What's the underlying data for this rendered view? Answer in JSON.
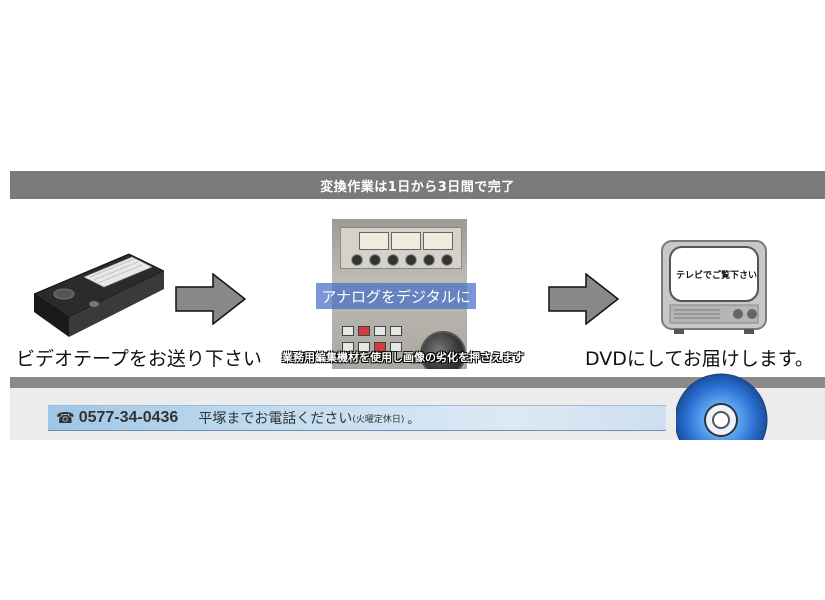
{
  "banner": {
    "title": "変換作業は1日から3日間で完了"
  },
  "steps": {
    "step1_label": "ビデオテープをお送り下さい",
    "step2_overlay": "アナログをデジタルに",
    "step2_caption": "業務用編集機材を使用し画像の劣化を押さえます",
    "step3_tv_caption": "テレビでご覧下さい",
    "step3_label": "DVDにしてお届けします。"
  },
  "contact": {
    "phone_icon": "☎",
    "phone_number": "0577-34-0436",
    "text": "平塚までお電話ください",
    "note": "(火曜定休日)",
    "end": "。"
  },
  "icons": {
    "vhs": "vhs-tape-icon",
    "arrow": "right-arrow-icon",
    "equipment": "editing-equipment-icon",
    "tv": "tv-icon",
    "disc": "dvd-disc-icon",
    "phone": "phone-icon"
  },
  "colors": {
    "banner": "#7a7a7a",
    "overlay_blue": "#466ec8",
    "contact_bar": "#c4def1",
    "disc_blue": "#2a6fd1"
  }
}
